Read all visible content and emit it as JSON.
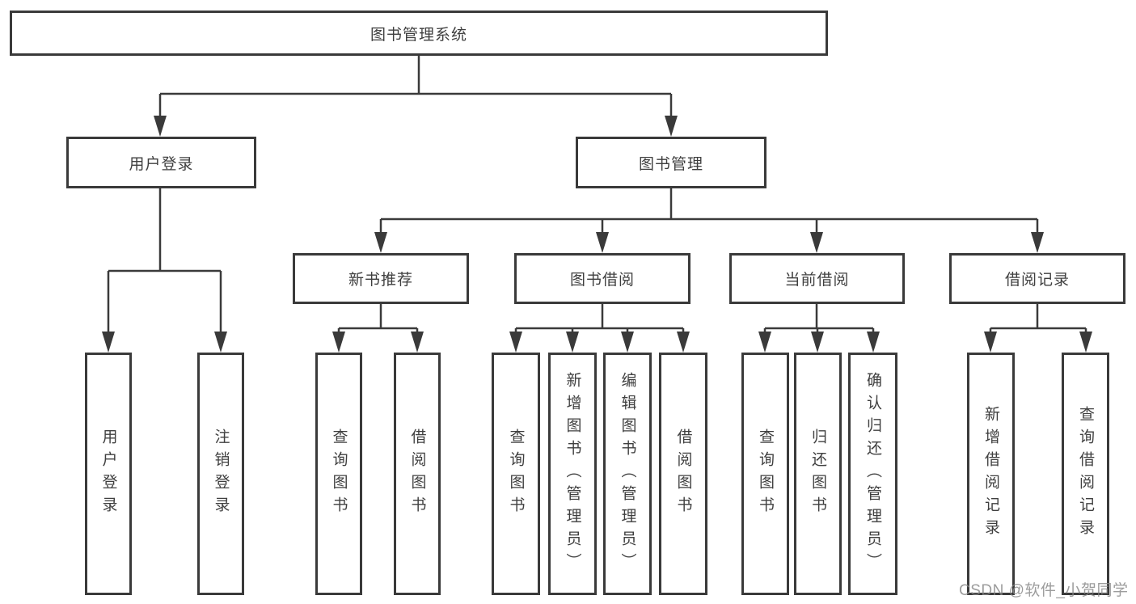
{
  "diagram": {
    "title": "图书管理系统",
    "watermark": "CSDN @软件_小贺同学",
    "nodes": {
      "user_login": "用户登录",
      "book_management": "图书管理",
      "new_book_recommend": "新书推荐",
      "book_borrowing": "图书借阅",
      "current_borrowing": "当前借阅",
      "borrowing_records": "借阅记录"
    },
    "leaves": {
      "user_login": [
        "用户登录",
        "注销登录"
      ],
      "new_book_recommend": [
        "查询图书",
        "借阅图书"
      ],
      "book_borrowing": [
        "查询图书",
        "新增图书（管理员）",
        "编辑图书（管理员）",
        "借阅图书"
      ],
      "current_borrowing": [
        "查询图书",
        "归还图书",
        "确认归还（管理员）"
      ],
      "borrowing_records": [
        "新增借阅记录",
        "查询借阅记录"
      ]
    },
    "colors": {
      "line": "#3a3a3a",
      "text": "#3f3f3f",
      "watermark": "#868686",
      "background": "#ffffff"
    }
  }
}
